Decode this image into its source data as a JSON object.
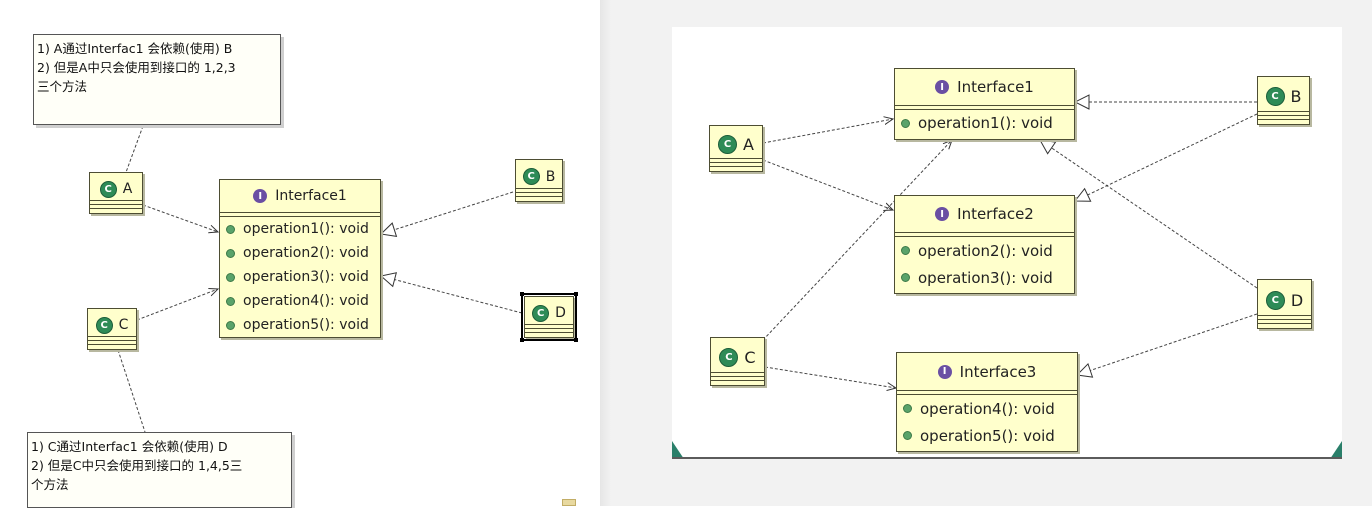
{
  "left": {
    "note1": {
      "lines": [
        "1) A通过Interfac1 会依赖(使用) B",
        "2) 但是A中只会使用到接口的 1,2,3",
        "三个方法"
      ]
    },
    "note2": {
      "lines": [
        "1) C通过Interfac1 会依赖(使用) D",
        "2) 但是C中只会使用到接口的 1,4,5三",
        "个方法"
      ]
    },
    "classes": {
      "A": "A",
      "B": "B",
      "C": "C",
      "D": "D"
    },
    "interface": {
      "name": "Interface1",
      "operations": [
        "operation1(): void",
        "operation2(): void",
        "operation3(): void",
        "operation4(): void",
        "operation5(): void"
      ]
    }
  },
  "right": {
    "classes": {
      "A": "A",
      "B": "B",
      "C": "C",
      "D": "D"
    },
    "interfaces": [
      {
        "name": "Interface1",
        "operations": [
          "operation1(): void"
        ]
      },
      {
        "name": "Interface2",
        "operations": [
          "operation2(): void",
          "operation3(): void"
        ]
      },
      {
        "name": "Interface3",
        "operations": [
          "operation4(): void",
          "operation5(): void"
        ]
      }
    ]
  },
  "icons": {
    "class": "class-icon",
    "interface": "interface-icon",
    "operation": "public-operation-icon"
  },
  "colors": {
    "box_fill": "#ffffcc",
    "class_icon": "#2e8b57",
    "interface_icon": "#6a4fa3",
    "operation_dot": "#5aa36a"
  }
}
